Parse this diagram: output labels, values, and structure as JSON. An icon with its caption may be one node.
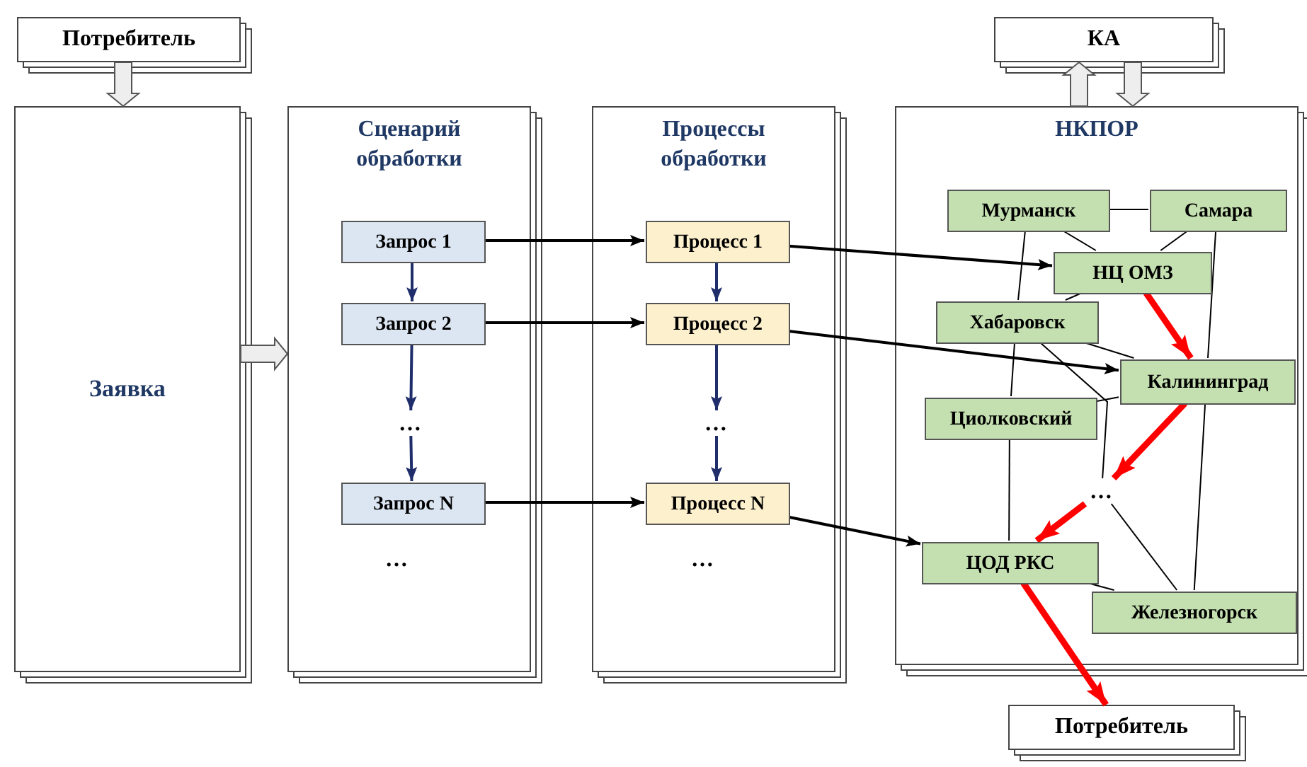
{
  "diagram": {
    "nodes": [
      {
        "text": [
          "Потребитель"
        ]
      },
      {
        "text": [
          "Заявка"
        ]
      },
      {
        "text": [
          "Сценарий обработки"
        ]
      },
      {
        "text": [
          "Запрос 1"
        ],
        "in": 2
      },
      {
        "text": [
          "Запрос 2"
        ],
        "in": 2
      },
      {
        "text": [
          "…"
        ],
        "in": 2
      },
      {
        "text": [
          "Запрос N"
        ],
        "in": 2
      },
      {
        "text": [
          "Процессы обработки"
        ]
      },
      {
        "text": [
          "Процесс 1"
        ],
        "in": 7
      },
      {
        "text": [
          "Процесс 2"
        ],
        "in": 7
      },
      {
        "text": [
          "…"
        ],
        "in": 7
      },
      {
        "text": [
          "Процесс N"
        ],
        "in": 7
      },
      {
        "text": [
          "НКПОР"
        ]
      },
      {
        "text": [
          "Мурманск"
        ],
        "in": 12
      },
      {
        "text": [
          "Самара"
        ],
        "in": 12
      },
      {
        "text": [
          "НЦ ОМЗ"
        ],
        "in": 12
      },
      {
        "text": [
          "Хабаровск"
        ],
        "in": 12
      },
      {
        "text": [
          "Калининград"
        ],
        "in": 12
      },
      {
        "text": [
          "Циолковский"
        ],
        "in": 12
      },
      {
        "text": [
          "…"
        ],
        "in": 12
      },
      {
        "text": [
          "ЦОД РКС"
        ],
        "in": 12
      },
      {
        "text": [
          "Железногорск"
        ],
        "in": 12
      },
      {
        "text": [
          "КА"
        ]
      },
      {
        "text": [
          "Потребитель"
        ]
      }
    ],
    "edges": [
      {
        "from": 0,
        "to": 1,
        "arrow": "to",
        "style": "thick"
      },
      {
        "from": 1,
        "to": 2,
        "arrow": "to",
        "style": "thick"
      },
      {
        "from": 3,
        "to": 4,
        "arrow": "to",
        "color": "#1f2d6b"
      },
      {
        "from": 4,
        "to": 5,
        "arrow": "to",
        "color": "#1f2d6b"
      },
      {
        "from": 5,
        "to": 6,
        "arrow": "to",
        "color": "#1f2d6b"
      },
      {
        "from": 8,
        "to": 9,
        "arrow": "to",
        "color": "#1f2d6b"
      },
      {
        "from": 9,
        "to": 10,
        "arrow": "to",
        "color": "#1f2d6b"
      },
      {
        "from": 10,
        "to": 11,
        "arrow": "to",
        "color": "#1f2d6b"
      },
      {
        "from": 3,
        "to": 8,
        "arrow": "to"
      },
      {
        "from": 4,
        "to": 9,
        "arrow": "to"
      },
      {
        "from": 6,
        "to": 11,
        "arrow": "to"
      },
      {
        "from": 8,
        "to": 15,
        "arrow": "to"
      },
      {
        "from": 9,
        "to": 17,
        "arrow": "to"
      },
      {
        "from": 11,
        "to": 20,
        "arrow": "to"
      },
      {
        "from": 13,
        "to": 14,
        "arrow": "none"
      },
      {
        "from": 13,
        "to": 15,
        "arrow": "none"
      },
      {
        "from": 14,
        "to": 15,
        "arrow": "none"
      },
      {
        "from": 13,
        "to": 16,
        "arrow": "none"
      },
      {
        "from": 16,
        "to": 18,
        "arrow": "none"
      },
      {
        "from": 18,
        "to": 20,
        "arrow": "none"
      },
      {
        "from": 14,
        "to": 17,
        "arrow": "none"
      },
      {
        "from": 15,
        "to": 16,
        "arrow": "none"
      },
      {
        "from": 16,
        "to": 17,
        "arrow": "none"
      },
      {
        "from": 16,
        "to": 19,
        "arrow": "none"
      },
      {
        "from": 17,
        "to": 18,
        "arrow": "none"
      },
      {
        "from": 17,
        "to": 21,
        "arrow": "none"
      },
      {
        "from": 20,
        "to": 21,
        "arrow": "none"
      },
      {
        "from": 19,
        "to": 21,
        "arrow": "none"
      },
      {
        "from": 15,
        "to": 17,
        "arrow": "to",
        "style": "thick",
        "color": "#ff0000"
      },
      {
        "from": 17,
        "to": 19,
        "arrow": "to",
        "style": "thick",
        "color": "#ff0000"
      },
      {
        "from": 19,
        "to": 20,
        "arrow": "to",
        "style": "thick",
        "color": "#ff0000"
      },
      {
        "from": 20,
        "to": 23,
        "arrow": "to",
        "style": "thick",
        "color": "#ff0000"
      },
      {
        "from": 12,
        "to": 22,
        "arrow": "to",
        "style": "thick"
      },
      {
        "from": 22,
        "to": 12,
        "arrow": "to",
        "style": "thick"
      }
    ],
    "labels": [
      "…",
      "…"
    ]
  }
}
